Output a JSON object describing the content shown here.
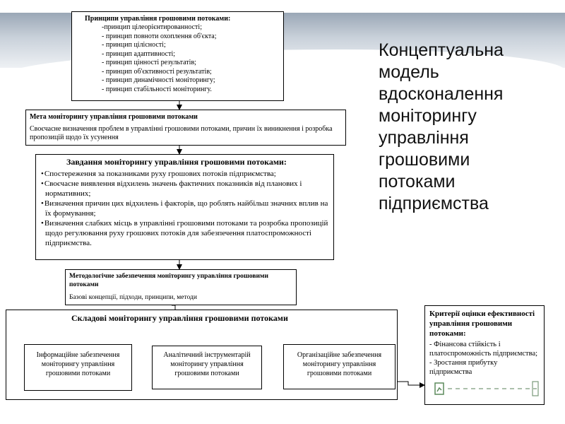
{
  "slide_title": "Концептуальна модель вдосконалення моніторингу управління грошовими потоками підприємства",
  "principles": {
    "heading": "Принципи управління грошовими потоками:",
    "items": [
      "-принцип цілеорієнтированності;",
      "- принцип повноти охоплення об'єкта;",
      "- принцип цілісності;",
      "- принцип адаптивності;",
      "- принцип цінності результатів;",
      "- принцип об'єктивності результатів;",
      "- принцип динамічності моніторингу;",
      "- принцип стабільності моніторингу."
    ]
  },
  "goal": {
    "heading": "Мета моніторингу управління грошовими потоками",
    "text": "Своєчасне визначення проблем в управлінні грошовими потоками, причин їх виникнення і розробка пропозицій щодо їх усунення"
  },
  "tasks": {
    "heading": "Завдання моніторингу управління грошовими потоками:",
    "items": [
      "Спостереження за показниками руху грошових потоків підприємства;",
      "Своєчасне виявлення відхилень значень фактичних показників від планових і нормативних;",
      "Визначення причин цих відхилень і факторів, що роблять найбільш значних вплив на їх формування;",
      "Визначення слабких місць в управлінні грошовими потоками та розробка пропозицій щодо регулювання руху грошових потоків для забезпечення платоспроможності підприємства."
    ]
  },
  "methodology": {
    "heading": "Методологічне забезпечення моніторингу управління грошовими потоками",
    "text": "Базові концепції, підходи, принципи, методи"
  },
  "components": {
    "heading": "Складові моніторингу управління грошовими потоками",
    "items": [
      "Інформаційне забезпечення моніторингу управління грошовими потоками",
      "Аналітичний інструментарій моніторингу управління грошовими потоками",
      "Організаційне забезпечення моніторингу управління грошовими потоками"
    ]
  },
  "criteria": {
    "heading": "Критерії оцінки ефективності управління грошовими потоками:",
    "items": [
      "- Фінансова стійкість і платоспроможність підприємства;",
      "- Зростання прибутку підприємства"
    ]
  },
  "colors": {
    "band_top": "#9aa7b6",
    "band_bottom": "#eef1f4",
    "border": "#000000"
  },
  "icons": [
    "arrow-down-icon",
    "arrow-right-icon",
    "chart-icon"
  ]
}
